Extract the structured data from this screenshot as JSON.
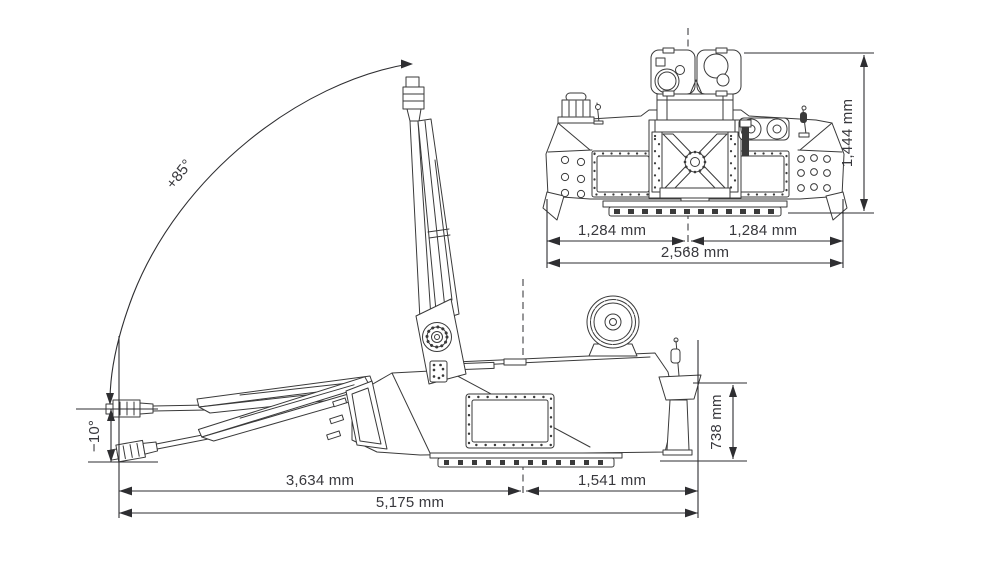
{
  "drawing": {
    "title": "Turret technical dimension drawing, side and front elevation views",
    "side_view": {
      "elevation_max": "+85°",
      "depression": "−10°",
      "front_length": "3,634 mm",
      "rear_length": "1,541 mm",
      "total_length": "5,175 mm",
      "body_height": "738 mm"
    },
    "front_view": {
      "left_half_width": "1,284 mm",
      "right_half_width": "1,284 mm",
      "total_width": "2,568 mm",
      "total_height": "1,444 mm"
    },
    "colors": {
      "line": "#3a3a3a",
      "dimension": "#2e2e31",
      "text": "#38383d",
      "background": "#ffffff"
    }
  }
}
